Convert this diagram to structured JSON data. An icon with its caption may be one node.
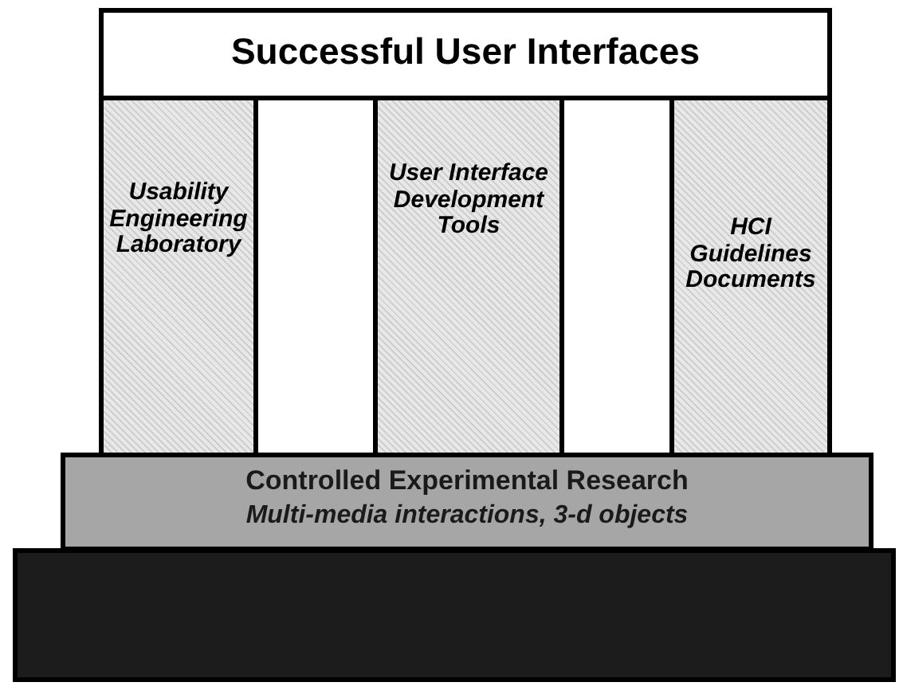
{
  "diagram": {
    "nodes": [
      {
        "text": [
          "Successful User Interfaces"
        ]
      },
      {
        "text": [
          "Usability Engineering Laboratory"
        ]
      },
      {
        "text": [
          "User Interface Development Tools"
        ]
      },
      {
        "text": [
          "HCI Guidelines Documents"
        ]
      },
      {
        "text": [
          "Controlled Experimental Research",
          "Multi-media interactions, 3-d objects"
        ]
      },
      {
        "text": [],
        "shape": "bar"
      }
    ]
  }
}
